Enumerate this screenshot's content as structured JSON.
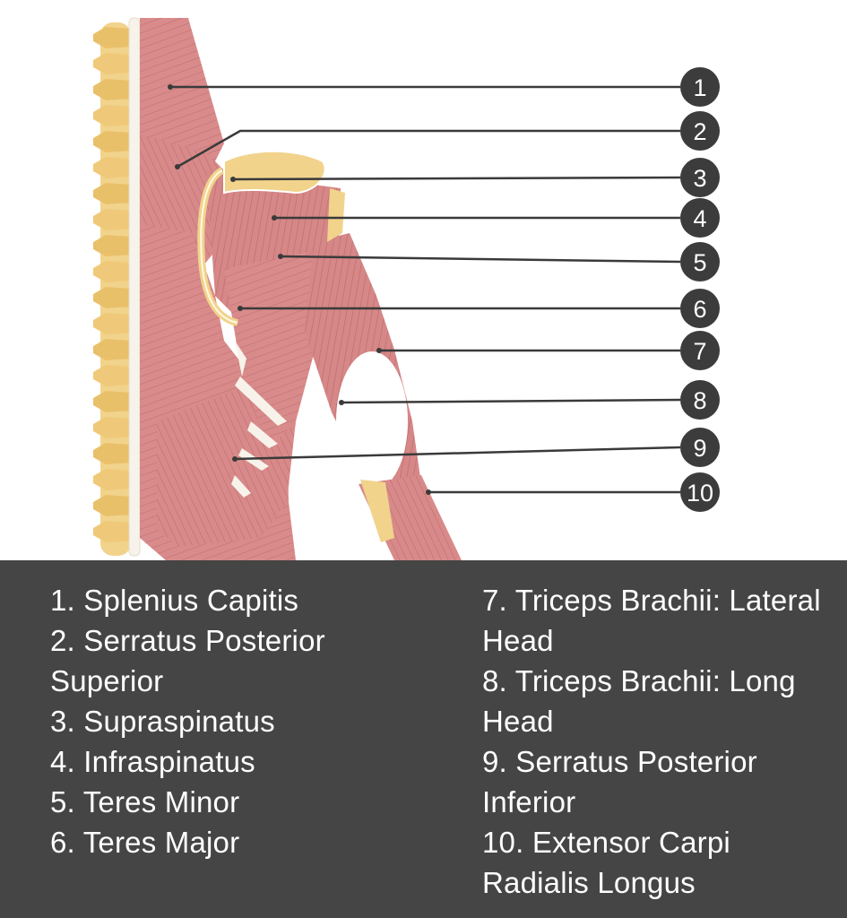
{
  "markers": [
    {
      "number": "1",
      "label": "1. Splenius Capitis"
    },
    {
      "number": "2",
      "label": "2. Serratus Posterior Superior"
    },
    {
      "number": "3",
      "label": "3. Supraspinatus"
    },
    {
      "number": "4",
      "label": "4. Infraspinatus"
    },
    {
      "number": "5",
      "label": "5. Teres Minor"
    },
    {
      "number": "6",
      "label": "6. Teres Major"
    },
    {
      "number": "7",
      "label": "7. Triceps Brachii: Lateral Head"
    },
    {
      "number": "8",
      "label": "8. Triceps Brachii: Long Head"
    },
    {
      "number": "9",
      "label": "9. Serratus Posterior Inferior"
    },
    {
      "number": "10",
      "label": "10. Extensor Carpi Radialis Longus"
    }
  ],
  "colors": {
    "muscle": "#d98b8b",
    "muscle_dark": "#b96565",
    "bone": "#f1d38c",
    "leader_line": "#3a3a3a",
    "marker_fill": "#3c3c3c",
    "panel_bg": "#454545",
    "panel_text": "#ffffff"
  }
}
